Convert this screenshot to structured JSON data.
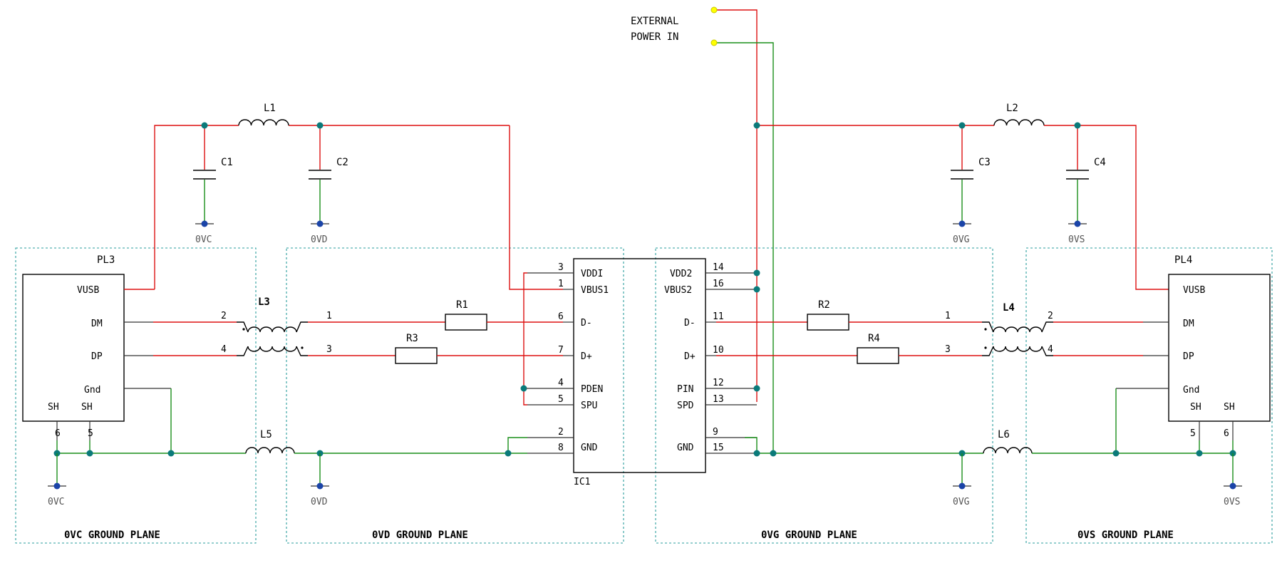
{
  "external_power": [
    "EXTERNAL",
    "POWER IN"
  ],
  "inductors": [
    "L1",
    "L2",
    "L3",
    "L4",
    "L5",
    "L6"
  ],
  "capacitors": [
    "C1",
    "C2",
    "C3",
    "C4"
  ],
  "resistors": [
    "R1",
    "R2",
    "R3",
    "R4"
  ],
  "ground_labels": {
    "vc": "0VC",
    "vd": "0VD",
    "vg": "0VG",
    "vs": "0VS"
  },
  "planes": [
    "0VC GROUND PLANE",
    "0VD GROUND PLANE",
    "0VG GROUND PLANE",
    "0VS GROUND PLANE"
  ],
  "pl3": {
    "name": "PL3",
    "pins": [
      "VUSB",
      "DM",
      "DP",
      "Gnd",
      "SH",
      "SH"
    ],
    "sh_nums": [
      "6",
      "5"
    ]
  },
  "pl4": {
    "name": "PL4",
    "pins": [
      "VUSB",
      "DM",
      "DP",
      "Gnd",
      "SH",
      "SH"
    ],
    "sh_nums": [
      "5",
      "6"
    ]
  },
  "ic1": {
    "name": "IC1",
    "left_pins": [
      {
        "num": "3",
        "name": "VDDI"
      },
      {
        "num": "1",
        "name": "VBUS1"
      },
      {
        "num": "6",
        "name": "D-"
      },
      {
        "num": "7",
        "name": "D+"
      },
      {
        "num": "4",
        "name": "PDEN"
      },
      {
        "num": "5",
        "name": "SPU"
      },
      {
        "num": "2",
        "name": ""
      },
      {
        "num": "8",
        "name": "GND"
      }
    ],
    "right_pins": [
      {
        "num": "14",
        "name": "VDD2"
      },
      {
        "num": "16",
        "name": "VBUS2"
      },
      {
        "num": "11",
        "name": "D-"
      },
      {
        "num": "10",
        "name": "D+"
      },
      {
        "num": "12",
        "name": "PIN"
      },
      {
        "num": "13",
        "name": "SPD"
      },
      {
        "num": "9",
        "name": ""
      },
      {
        "num": "15",
        "name": "GND"
      }
    ]
  },
  "transformer_pins": {
    "l3": [
      "2",
      "4",
      "1",
      "3"
    ],
    "l4": [
      "1",
      "3",
      "2",
      "4"
    ]
  }
}
